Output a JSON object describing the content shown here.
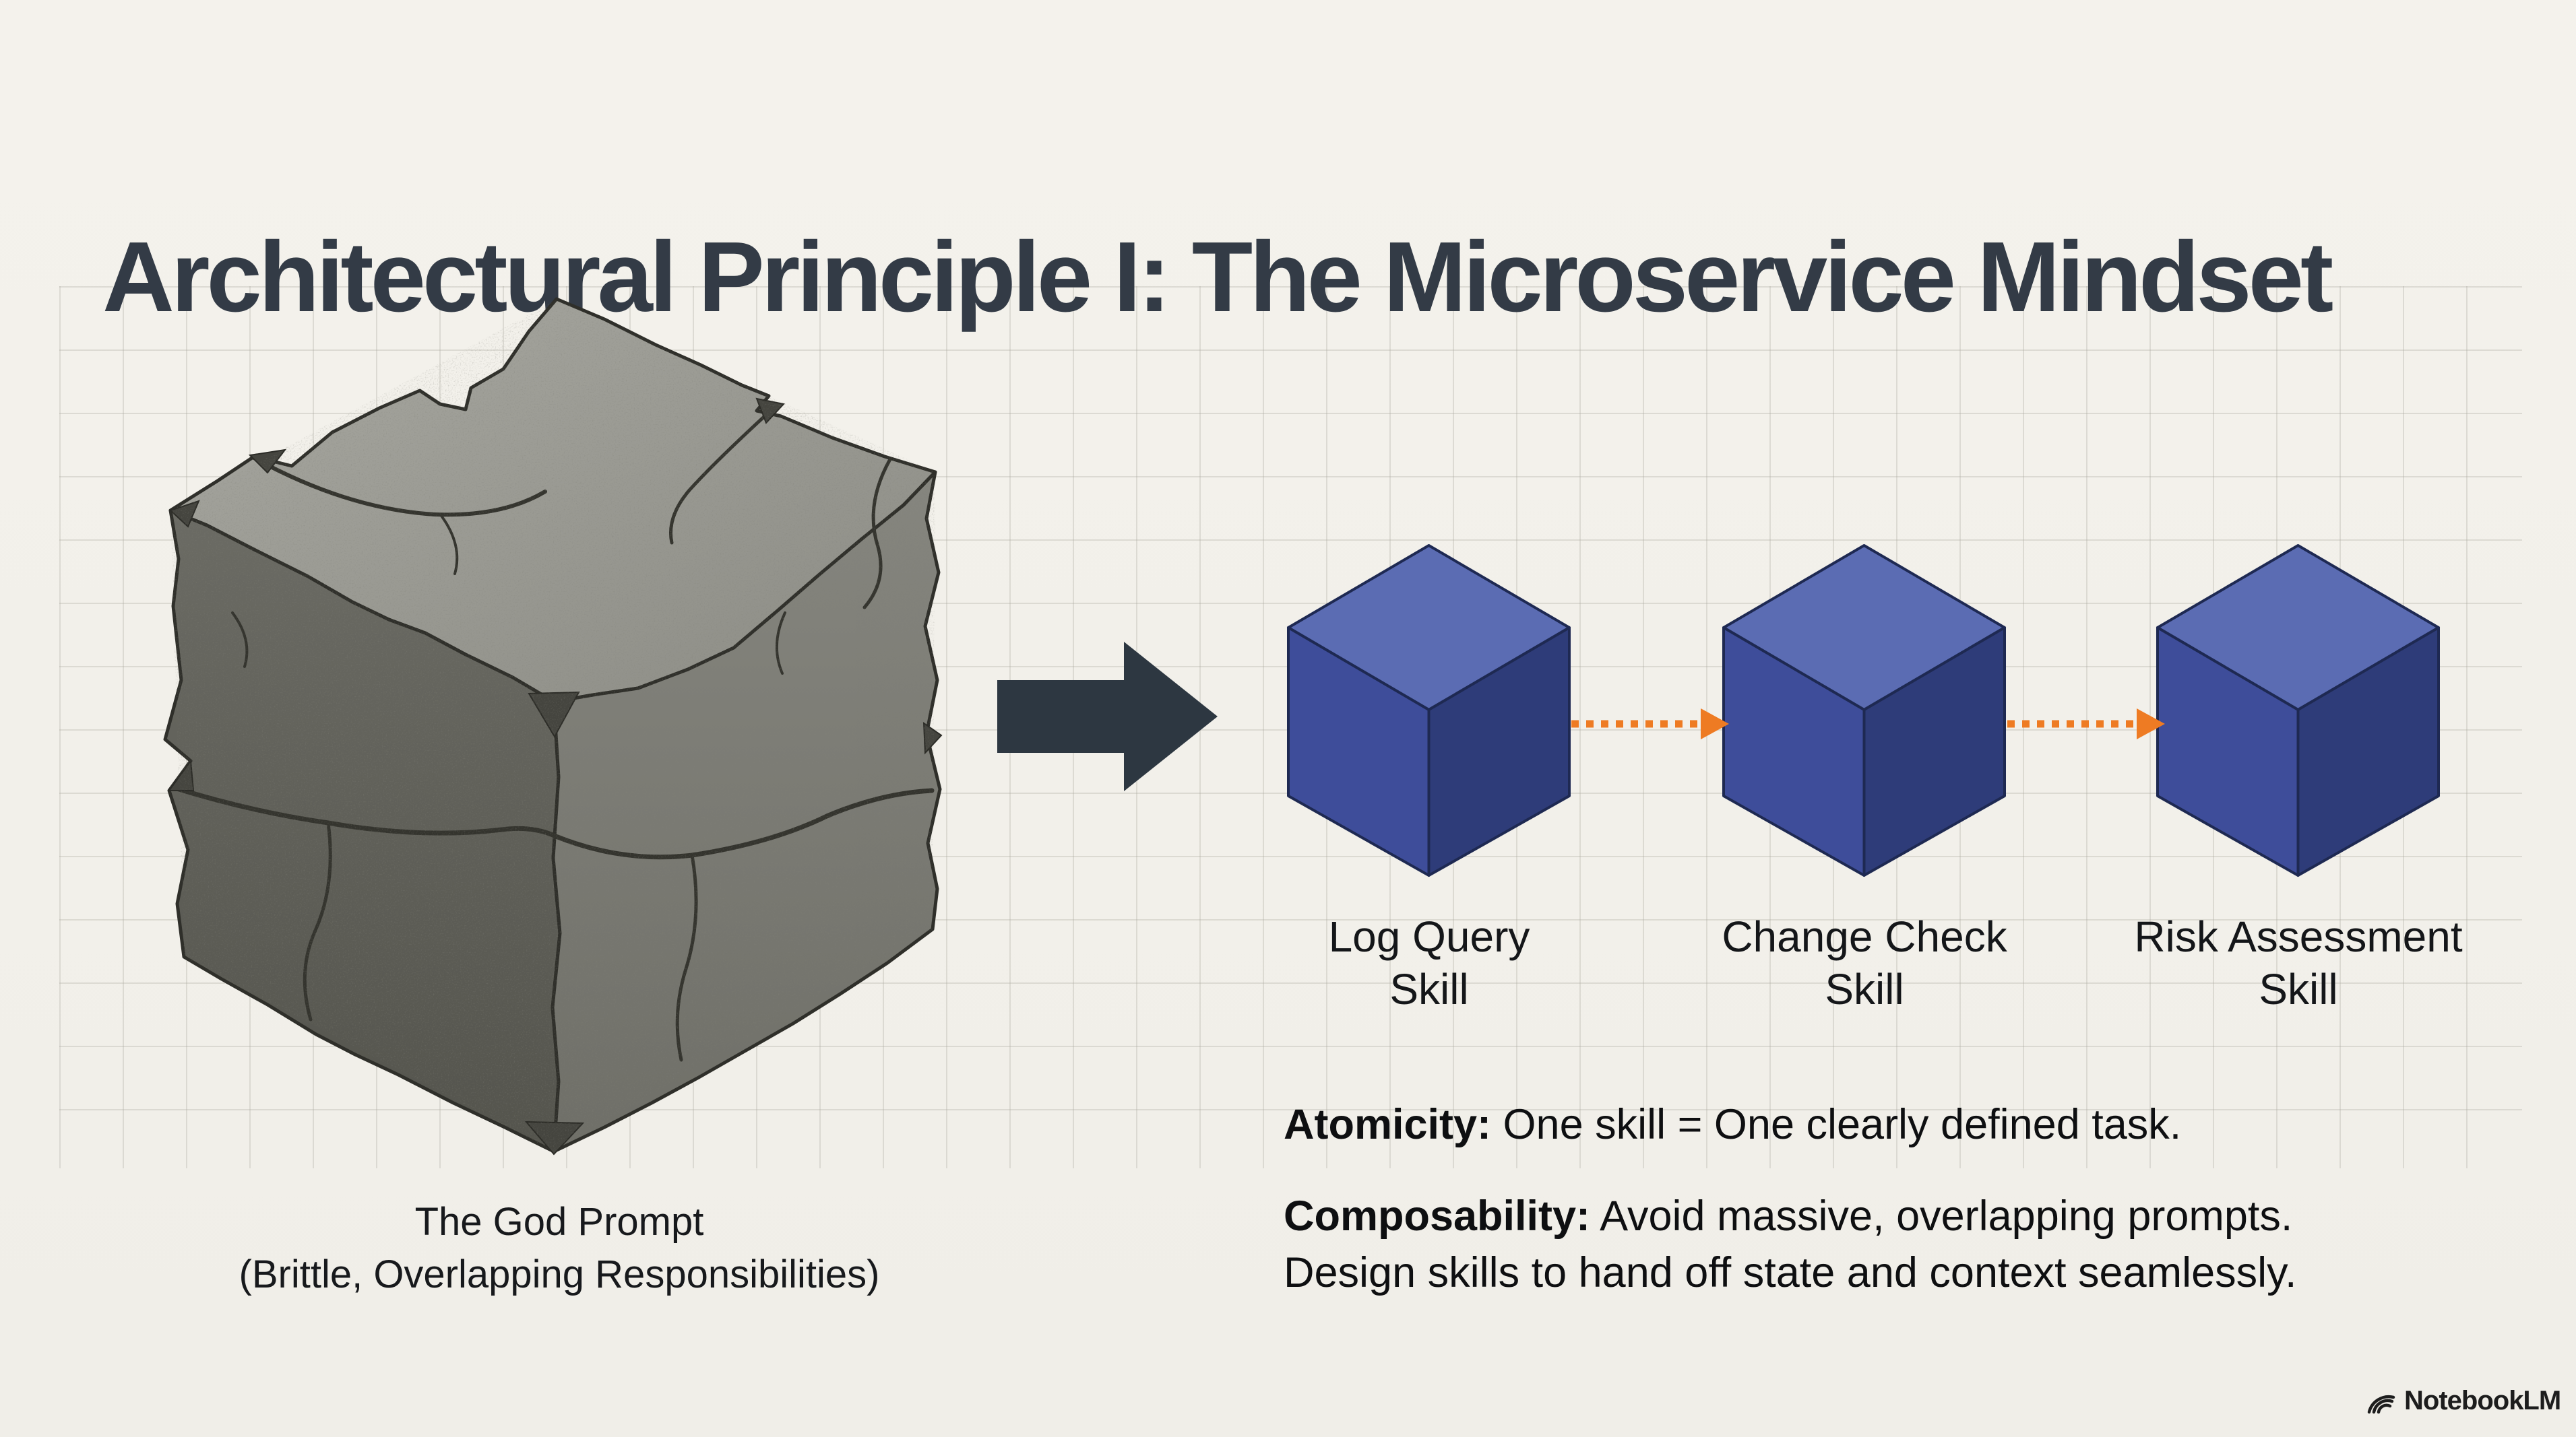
{
  "slide": {
    "title": "Architectural Principle I: The Microservice Mindset",
    "title_color": "#333b46",
    "background_color": "#f2f0ea",
    "grid_line_color": "#dedcd4"
  },
  "monolith": {
    "caption_line1": "The God Prompt",
    "caption_line2": "(Brittle, Overlapping Responsibilities)",
    "colors": {
      "face_top": "#9a9a93",
      "face_left": "#5f5f58",
      "face_right": "#7c7c75",
      "cracks": "#34342e"
    }
  },
  "transform_arrow": {
    "color": "#2d3741"
  },
  "skills": {
    "cube_colors": {
      "top": "#5b6cb3",
      "left": "#3e4d9a",
      "right": "#2e3c79",
      "outline": "#1e2952"
    },
    "connector_color": "#ee7b23",
    "items": [
      {
        "line1": "Log Query",
        "line2": "Skill"
      },
      {
        "line1": "Change Check",
        "line2": "Skill"
      },
      {
        "line1": "Risk Assessment",
        "line2": "Skill"
      }
    ]
  },
  "principles": {
    "atomicity": {
      "term": "Atomicity:",
      "text": "One skill = One clearly defined task."
    },
    "composability": {
      "term": "Composability:",
      "text": "Avoid massive, overlapping prompts.",
      "text_line2": "Design skills to hand off state and context seamlessly."
    }
  },
  "watermark": {
    "label": "NotebookLM"
  }
}
